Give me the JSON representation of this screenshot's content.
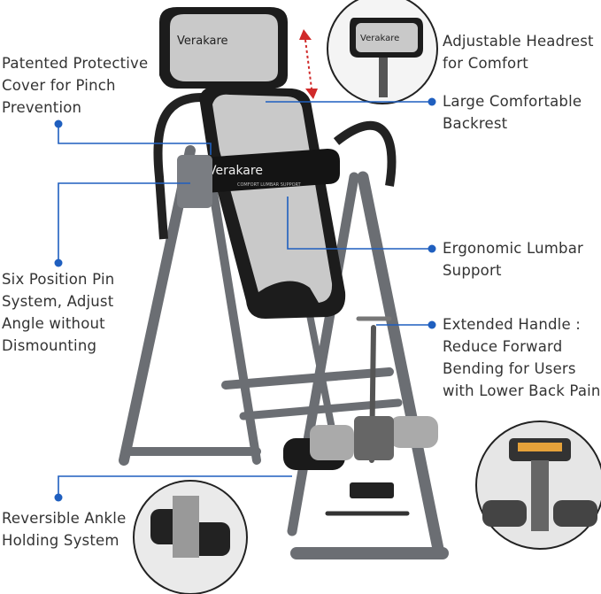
{
  "brand": {
    "logo_text": "Verakare",
    "lumbar_text": "COMFORT LUMBAR SUPPORT"
  },
  "colors": {
    "accent": "#1f5fbf",
    "frame": "#6b6e73",
    "pad": "#c9c9c9",
    "pad_border": "#1c1c1c",
    "arrow": "#d02a2a"
  },
  "callouts": {
    "pinch": {
      "lines": [
        "Patented Protective",
        "Cover for Pinch",
        "Prevention"
      ]
    },
    "headrest": {
      "lines": [
        "Adjustable Headrest",
        "for Comfort"
      ]
    },
    "backrest": {
      "lines": [
        "Large Comfortable",
        "Backrest"
      ]
    },
    "lumbar": {
      "lines": [
        "Ergonomic Lumbar",
        "Support"
      ]
    },
    "pin": {
      "lines": [
        "Six Position Pin",
        "System, Adjust",
        "Angle without",
        "Dismounting"
      ]
    },
    "handle": {
      "lines": [
        "Extended Handle :",
        "Reduce Forward",
        "Bending for Users",
        "with Lower Back Pain"
      ]
    },
    "ankle": {
      "lines": [
        "Reversible Ankle",
        "Holding System"
      ]
    }
  }
}
